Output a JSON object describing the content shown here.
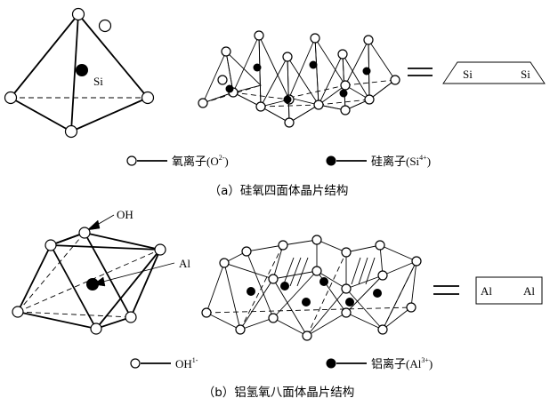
{
  "panel_a": {
    "si_label": "Si",
    "sheet_symbol": {
      "left": "Si",
      "right": "Si"
    },
    "legend": {
      "open_label": "氧离子(O",
      "open_sup": "2-",
      "open_end": ")",
      "filled_label": "硅离子(Si",
      "filled_sup": "4+",
      "filled_end": ")"
    },
    "caption": "（a）硅氧四面体晶片结构"
  },
  "panel_b": {
    "oh_label": "OH",
    "al_label": "Al",
    "sheet_symbol": {
      "left": "Al",
      "right": "Al"
    },
    "legend": {
      "open_label": "OH",
      "open_sup": "1-",
      "filled_label": "铝离子(Al",
      "filled_sup": "3+",
      "filled_end": ")"
    },
    "caption": "（b）铝氢氧八面体晶片结构"
  }
}
